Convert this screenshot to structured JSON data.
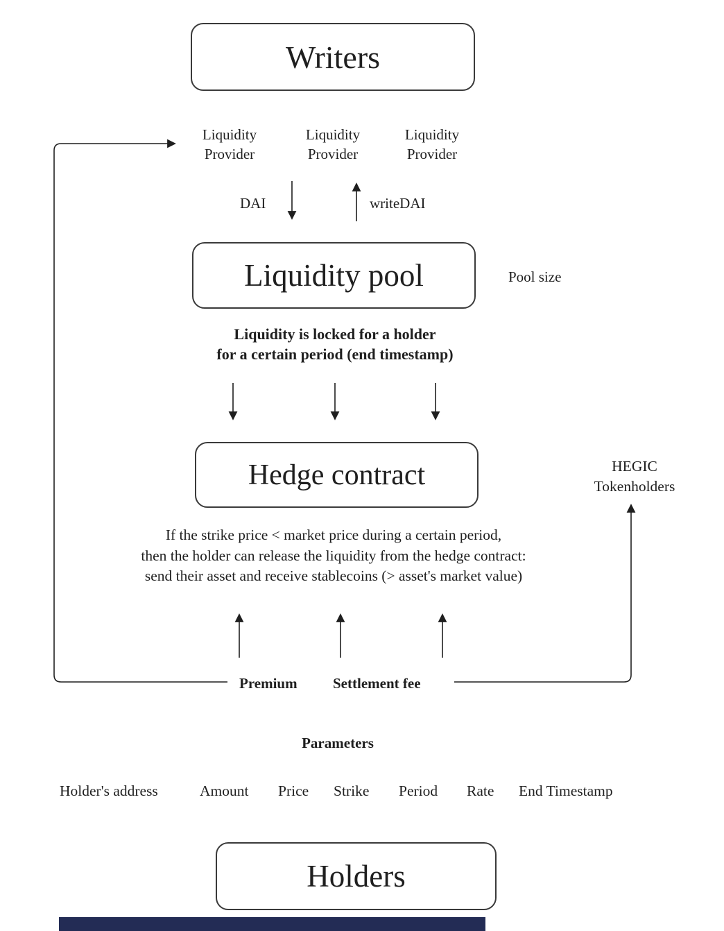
{
  "colors": {
    "ink": "#1f1f1f",
    "box_border": "#3a3a3a",
    "background": "#ffffff",
    "bottom_bar": "#232c55"
  },
  "nodes": {
    "writers": "Writers",
    "liquidity_pool": "Liquidity pool",
    "hedge_contract": "Hedge contract",
    "holders": "Holders"
  },
  "labels": {
    "liquidity_provider": "Liquidity\nProvider",
    "dai": "DAI",
    "write_dai": "writeDAI",
    "pool_size": "Pool size",
    "lock_note": "Liquidity is locked for a holder\nfor a certain period (end timestamp)",
    "hegic_tokenholders": "HEGIC\nTokenholders",
    "release_note": "If the strike price < market price during a certain period,\nthen the holder can release the liquidity from the hedge contract:\nsend their asset and receive stablecoins (> asset's market value)",
    "premium": "Premium",
    "settlement_fee": "Settlement fee"
  },
  "parameters": {
    "title": "Parameters",
    "items": [
      "Holder's address",
      "Amount",
      "Price",
      "Strike",
      "Period",
      "Rate",
      "End Timestamp"
    ]
  }
}
